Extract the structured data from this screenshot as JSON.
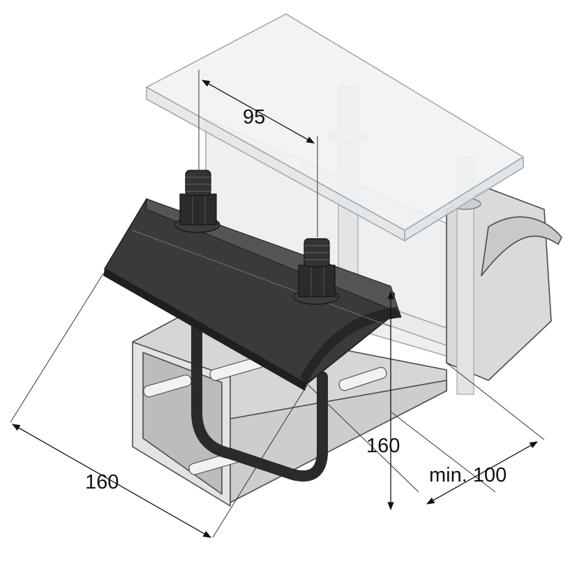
{
  "dimensions": {
    "clamp_spacing": "95",
    "clamp_width": "160",
    "profile_height": "160",
    "min_length": "min. 100"
  },
  "colors": {
    "steel_light": "#dcdcdc",
    "steel_mid": "#c8c8c8",
    "steel_dark": "#b0b0b0",
    "clamp_dark": "#2f2f2f",
    "clamp_side": "#1f1f1f",
    "ghost_fill": "#eef0f2",
    "line": "#333333"
  }
}
